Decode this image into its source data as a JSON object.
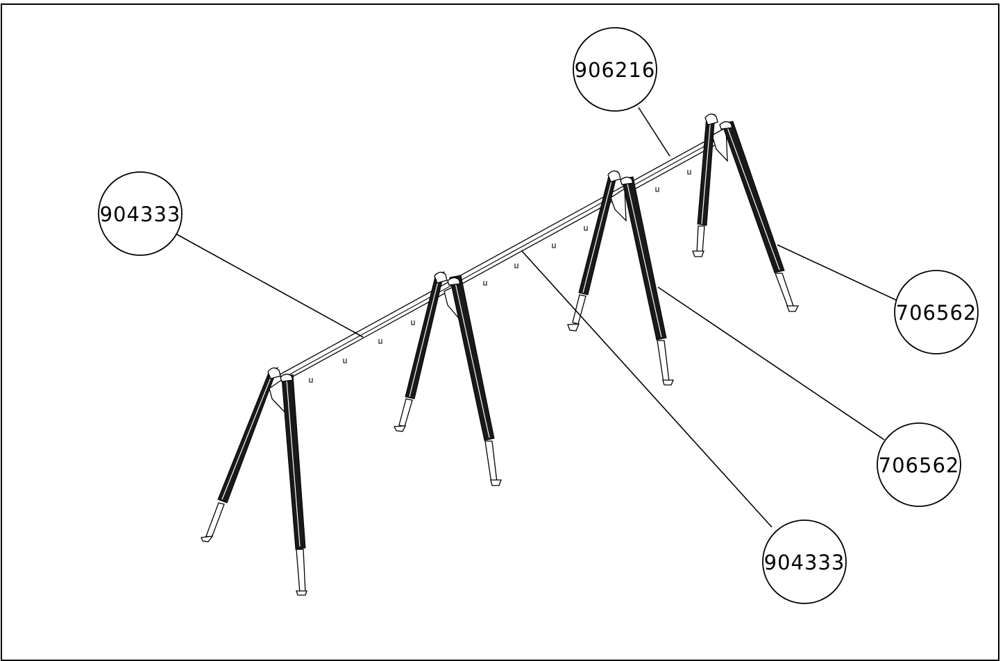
{
  "balloons": [
    {
      "id": "b1",
      "label": "906216"
    },
    {
      "id": "b2",
      "label": "904333"
    },
    {
      "id": "b3",
      "label": "706562"
    },
    {
      "id": "b4",
      "label": "706562"
    },
    {
      "id": "b5",
      "label": "904333"
    }
  ]
}
